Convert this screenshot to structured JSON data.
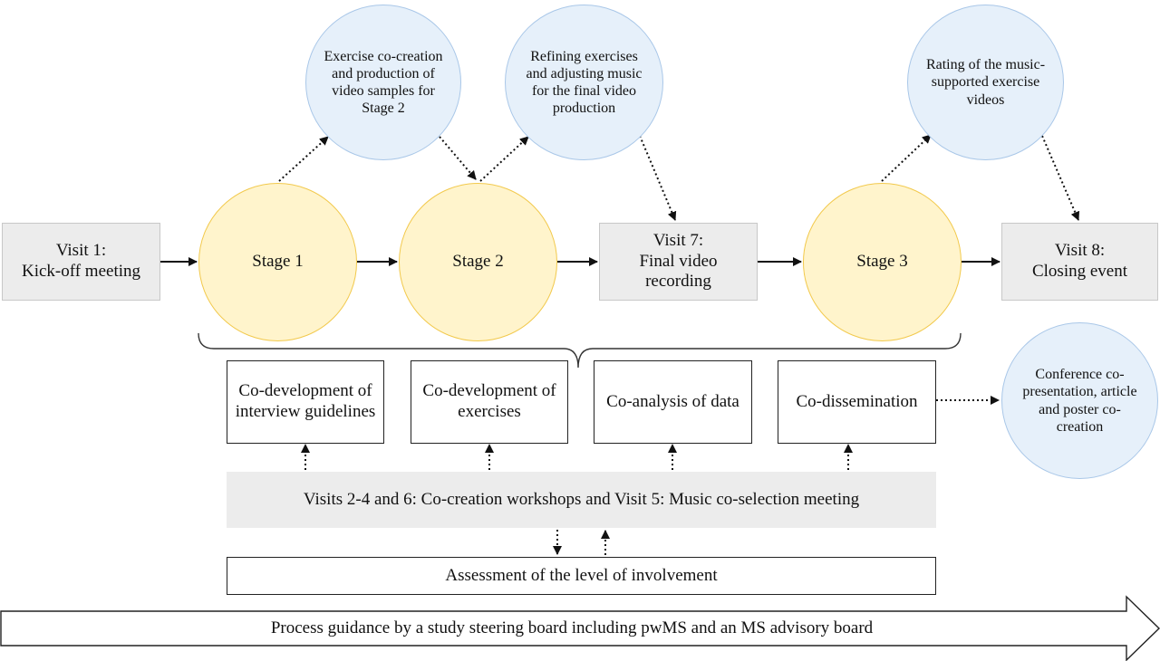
{
  "nodes": {
    "visit1": "Visit 1:\nKick-off meeting",
    "stage1": "Stage 1",
    "stage2": "Stage 2",
    "visit7": "Visit 7:\nFinal video\nrecording",
    "stage3": "Stage 3",
    "visit8": "Visit 8:\nClosing event",
    "bubble_stage1": "Exercise co-creation and production of video samples for Stage 2",
    "bubble_stage2": "Refining exercises and adjusting music for the final video production",
    "bubble_stage3": "Rating of the music-supported exercise videos",
    "bubble_dissemination": "Conference co-presentation, article and poster co-creation",
    "box_interview": "Co-development of interview guidelines",
    "box_exercises": "Co-development of exercises",
    "box_analysis": "Co-analysis of data",
    "box_dissemination": "Co-dissemination",
    "workshops": "Visits 2-4 and 6: Co-creation workshops and Visit 5: Music co-selection meeting",
    "assessment": "Assessment of the level of involvement",
    "guidance": "Process guidance by a study steering board including pwMS and an MS advisory board"
  },
  "colors": {
    "gray_fill": "#ececec",
    "stage_fill": "#fff4cc",
    "stage_border": "#f2c94c",
    "bubble_fill": "#e6f0fa",
    "bubble_border": "#a9c7e8"
  }
}
